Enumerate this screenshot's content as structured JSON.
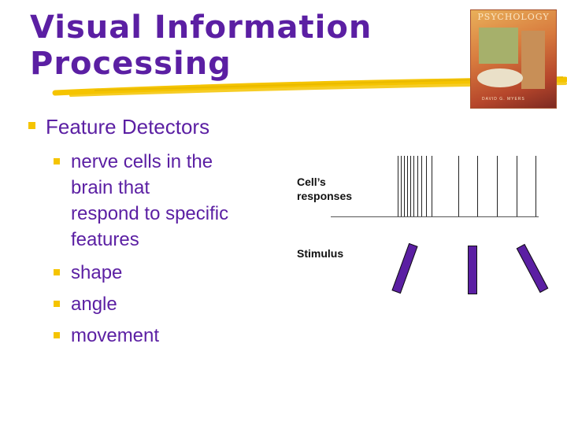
{
  "slide": {
    "title_line1": "Visual Information",
    "title_line2": "Processing",
    "heading": "Feature Detectors",
    "bullets": [
      "nerve cells in the",
      "brain that",
      "respond to specific",
      "features",
      "shape",
      "angle",
      "movement"
    ]
  },
  "book_cover": {
    "title": "PSYCHOLOGY",
    "author": "DAVID G. MYERS"
  },
  "diagram": {
    "responses_label": "Cell’s responses",
    "responses_line1": "Cell’s",
    "responses_line2": "responses",
    "stimulus_label": "Stimulus",
    "stimuli_orientations": [
      "tilted right",
      "vertical",
      "tilted left"
    ]
  },
  "colors": {
    "title": "#5b1fa3",
    "bullet": "#f5c400",
    "stimulus_bar": "#5b1fa3"
  }
}
